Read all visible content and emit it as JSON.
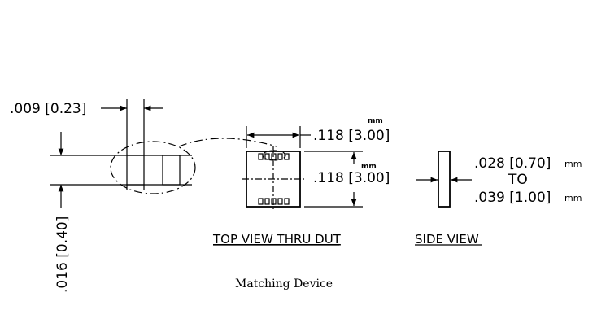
{
  "detail": {
    "gap_label": ".009 [0.23]",
    "thickness_label": ".016 [0.40]"
  },
  "top_view": {
    "width_label": ".118 [3.00]",
    "width_unit": "mm",
    "height_label": ".118 [3.00]",
    "height_unit": "mm",
    "title": "TOP VIEW THRU DUT"
  },
  "side_view": {
    "min_label": ".028 [0.70]",
    "min_unit": "mm",
    "to_label": "TO",
    "max_label": ".039 [1.00]",
    "max_unit": "mm",
    "title": "SIDE VIEW"
  },
  "caption": "Matching Device"
}
